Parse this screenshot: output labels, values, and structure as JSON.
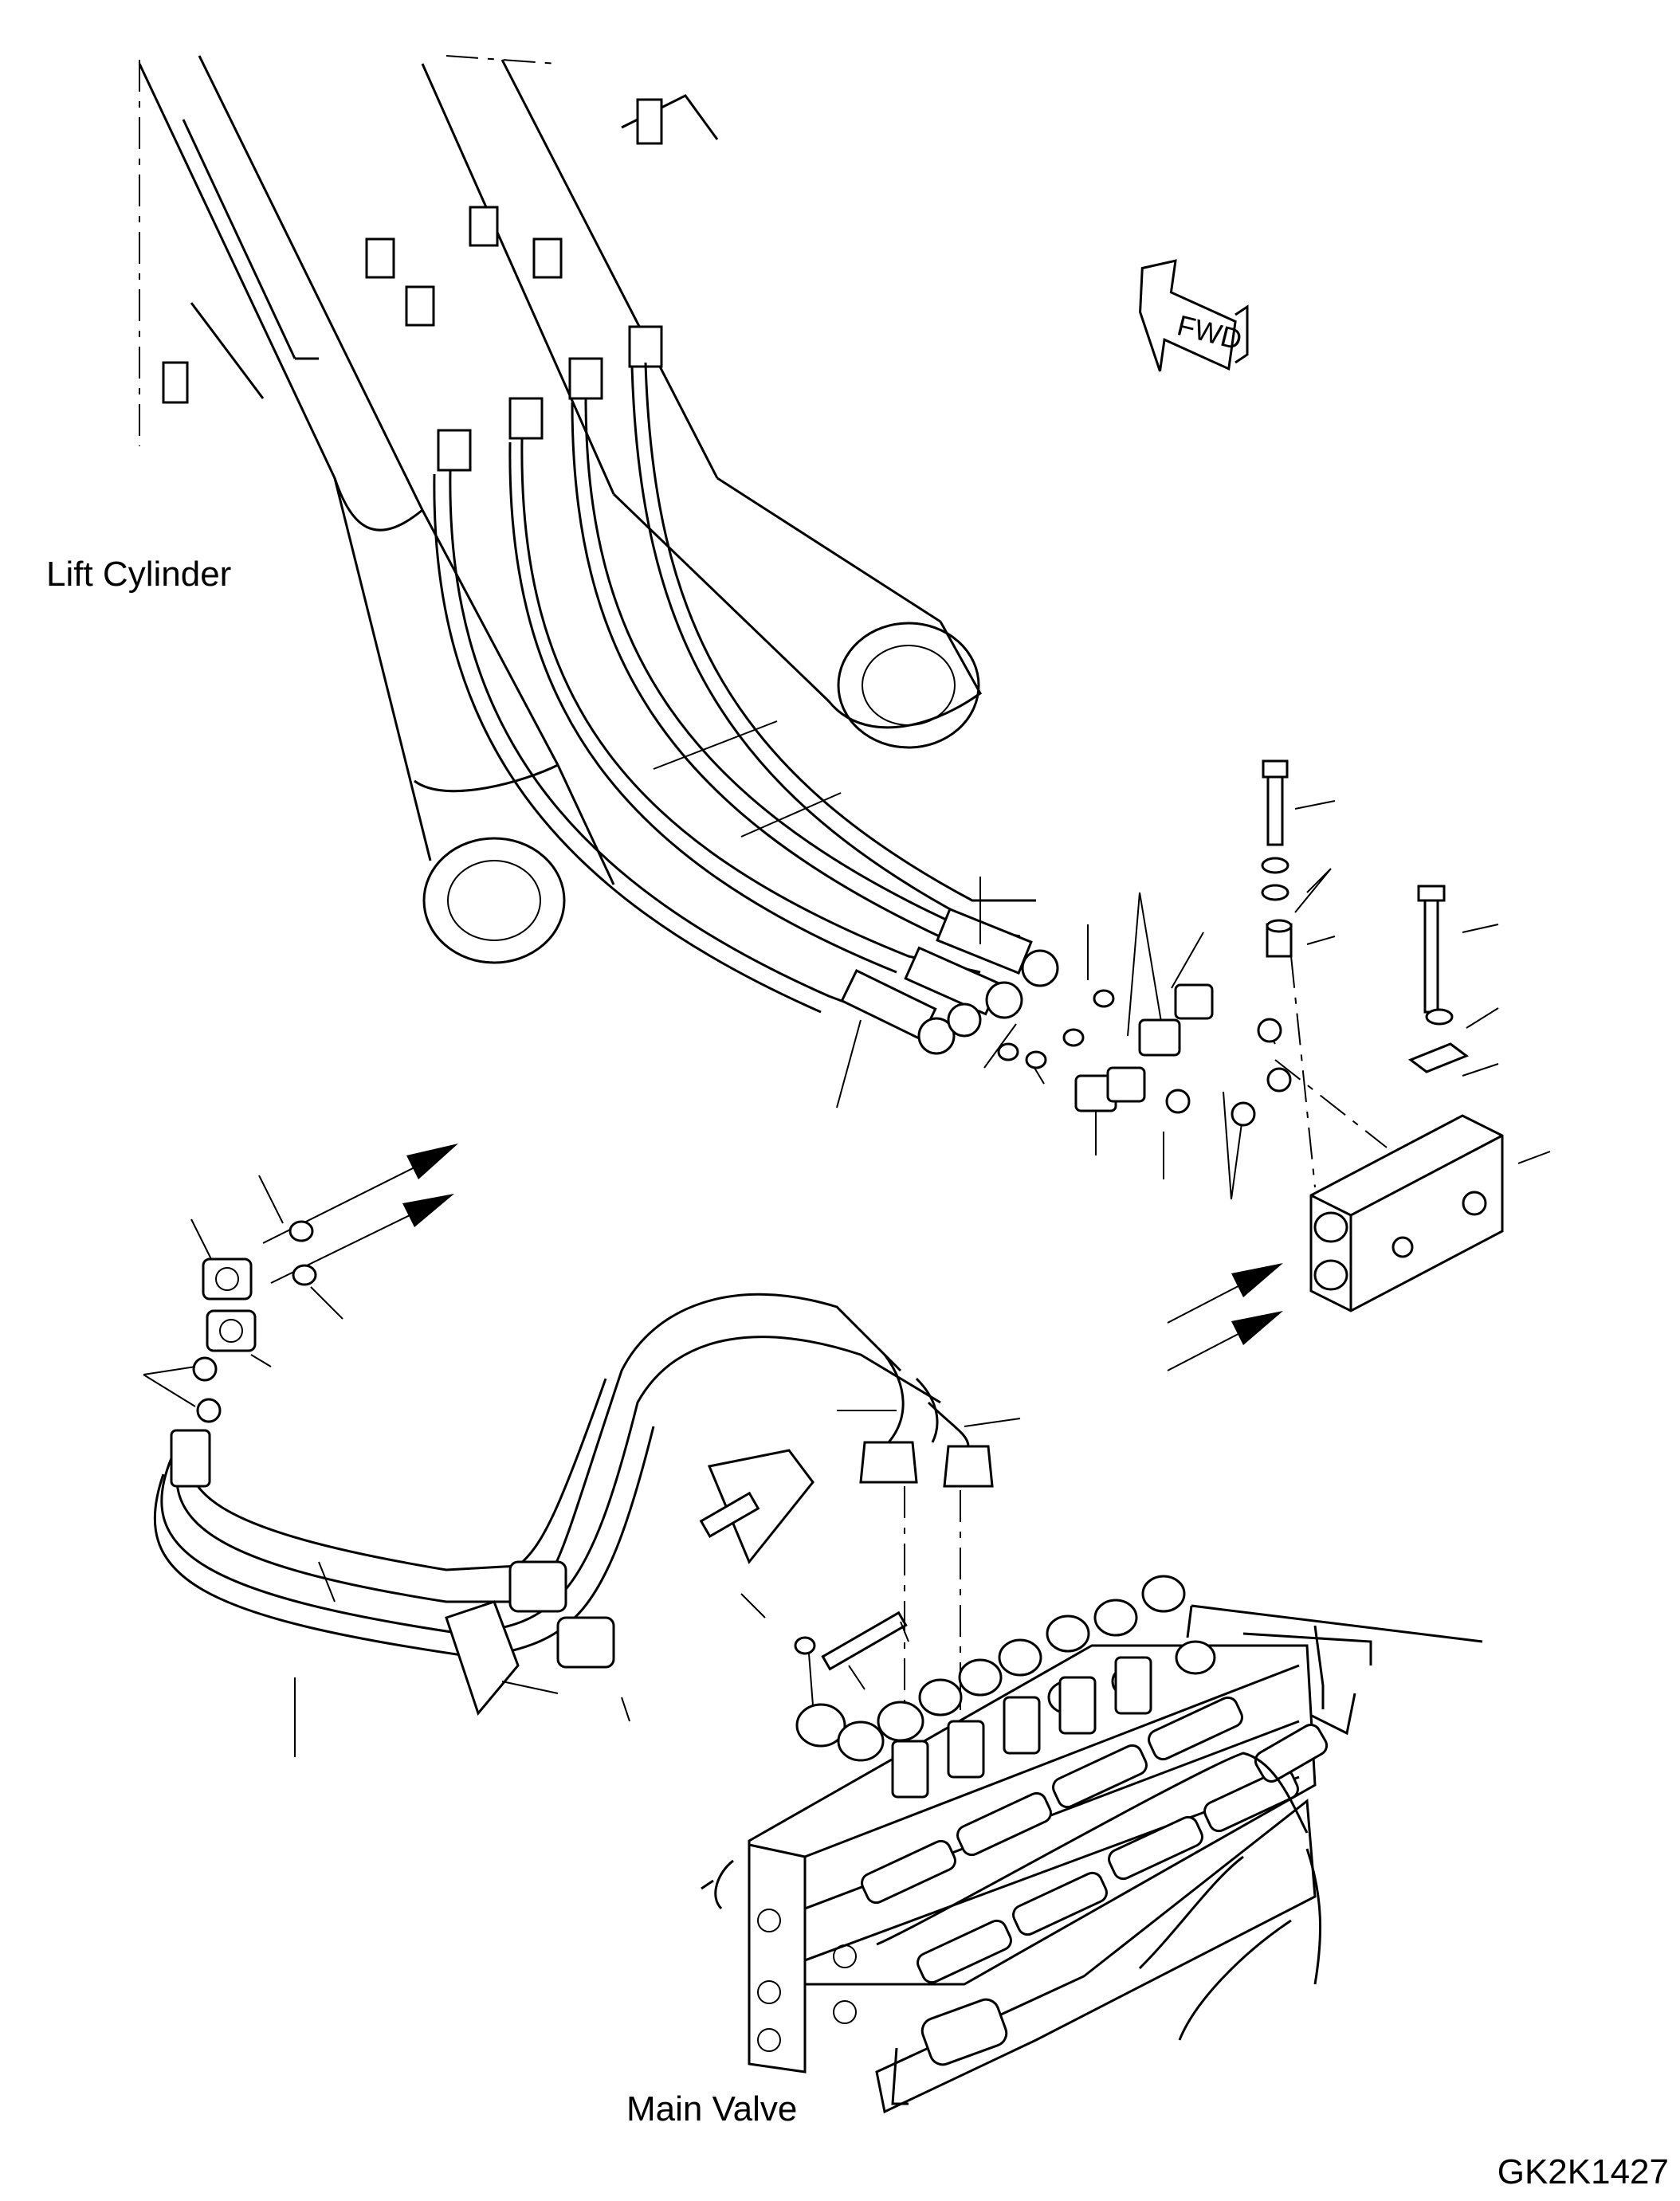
{
  "labels": {
    "lift_cylinder": "Lift Cylinder",
    "main_valve": "Main Valve",
    "drawing_code": "GK2K1427",
    "fwd_arrow": "FWD"
  },
  "icons": [
    "fwd-arrow-icon",
    "flow-arrow-icon"
  ],
  "colors": {
    "line": "#000000",
    "background": "#ffffff"
  }
}
